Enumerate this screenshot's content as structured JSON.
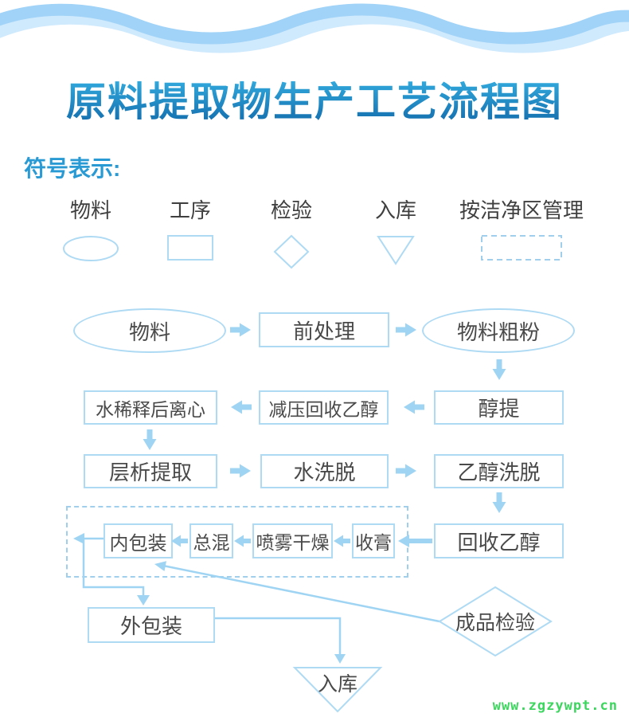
{
  "header": {
    "title": "原料提取物生产工艺流程图",
    "legend_heading": "符号表示:"
  },
  "legend": {
    "items": [
      {
        "label": "物料",
        "shape": "ellipse"
      },
      {
        "label": "工序",
        "shape": "rect"
      },
      {
        "label": "检验",
        "shape": "diamond"
      },
      {
        "label": "入库",
        "shape": "triangle-down"
      },
      {
        "label": "按洁净区管理",
        "shape": "dashed-rect"
      }
    ]
  },
  "nodes": {
    "material": "物料",
    "pretreatment": "前处理",
    "coarse_powder": "物料粗粉",
    "alcohol_extraction": "醇提",
    "vacuum_ethanol_recovery": "减压回收乙醇",
    "water_dilution_centrifugation": "水稀释后离心",
    "chromatography_extraction": "层析提取",
    "water_elution": "水洗脱",
    "ethanol_elution": "乙醇洗脱",
    "ethanol_recovery": "回收乙醇",
    "paste_collection": "收膏",
    "spray_drying": "喷雾干燥",
    "total_mixing": "总混",
    "inner_packaging": "内包装",
    "outer_packaging": "外包装",
    "finished_product_inspection": "成品检验",
    "warehousing": "入库"
  },
  "watermark": "www.zgzywpt.cn",
  "colors": {
    "arrow_blue": "#9fd4f3",
    "shape_border_blue": "#aedaf4",
    "dashed_blue": "#9fcfec",
    "wave_front": "#a0d3f7",
    "wave_back": "#cfe9fd",
    "title_gradient_top": "#38b7e8",
    "title_gradient_bottom": "#1168a9",
    "legend_heading_blue": "#2a9ad4",
    "node_text": "#4a4a4a",
    "watermark_green": "#3cd65e"
  }
}
